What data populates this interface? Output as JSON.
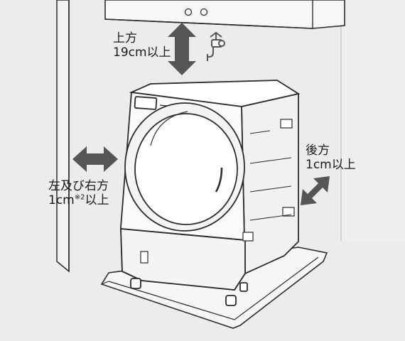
{
  "labels": {
    "top": {
      "line1": "上方",
      "line2": "19cm以上"
    },
    "rear": {
      "line1": "後方",
      "line2": "1cm以上"
    },
    "side": {
      "line1": "左及び右方",
      "line2_pre": "1cm",
      "line2_sup": "※2",
      "line2_post": "以上"
    }
  },
  "colors": {
    "background": "#ececec",
    "wall": "#ededed",
    "outline": "#2b2b2b",
    "arrow": "#555555",
    "text": "#1a1a1a"
  },
  "icons": [
    "faucet-icon",
    "vertical-double-arrow-icon",
    "horizontal-double-arrow-icon",
    "diagonal-double-arrow-icon"
  ]
}
